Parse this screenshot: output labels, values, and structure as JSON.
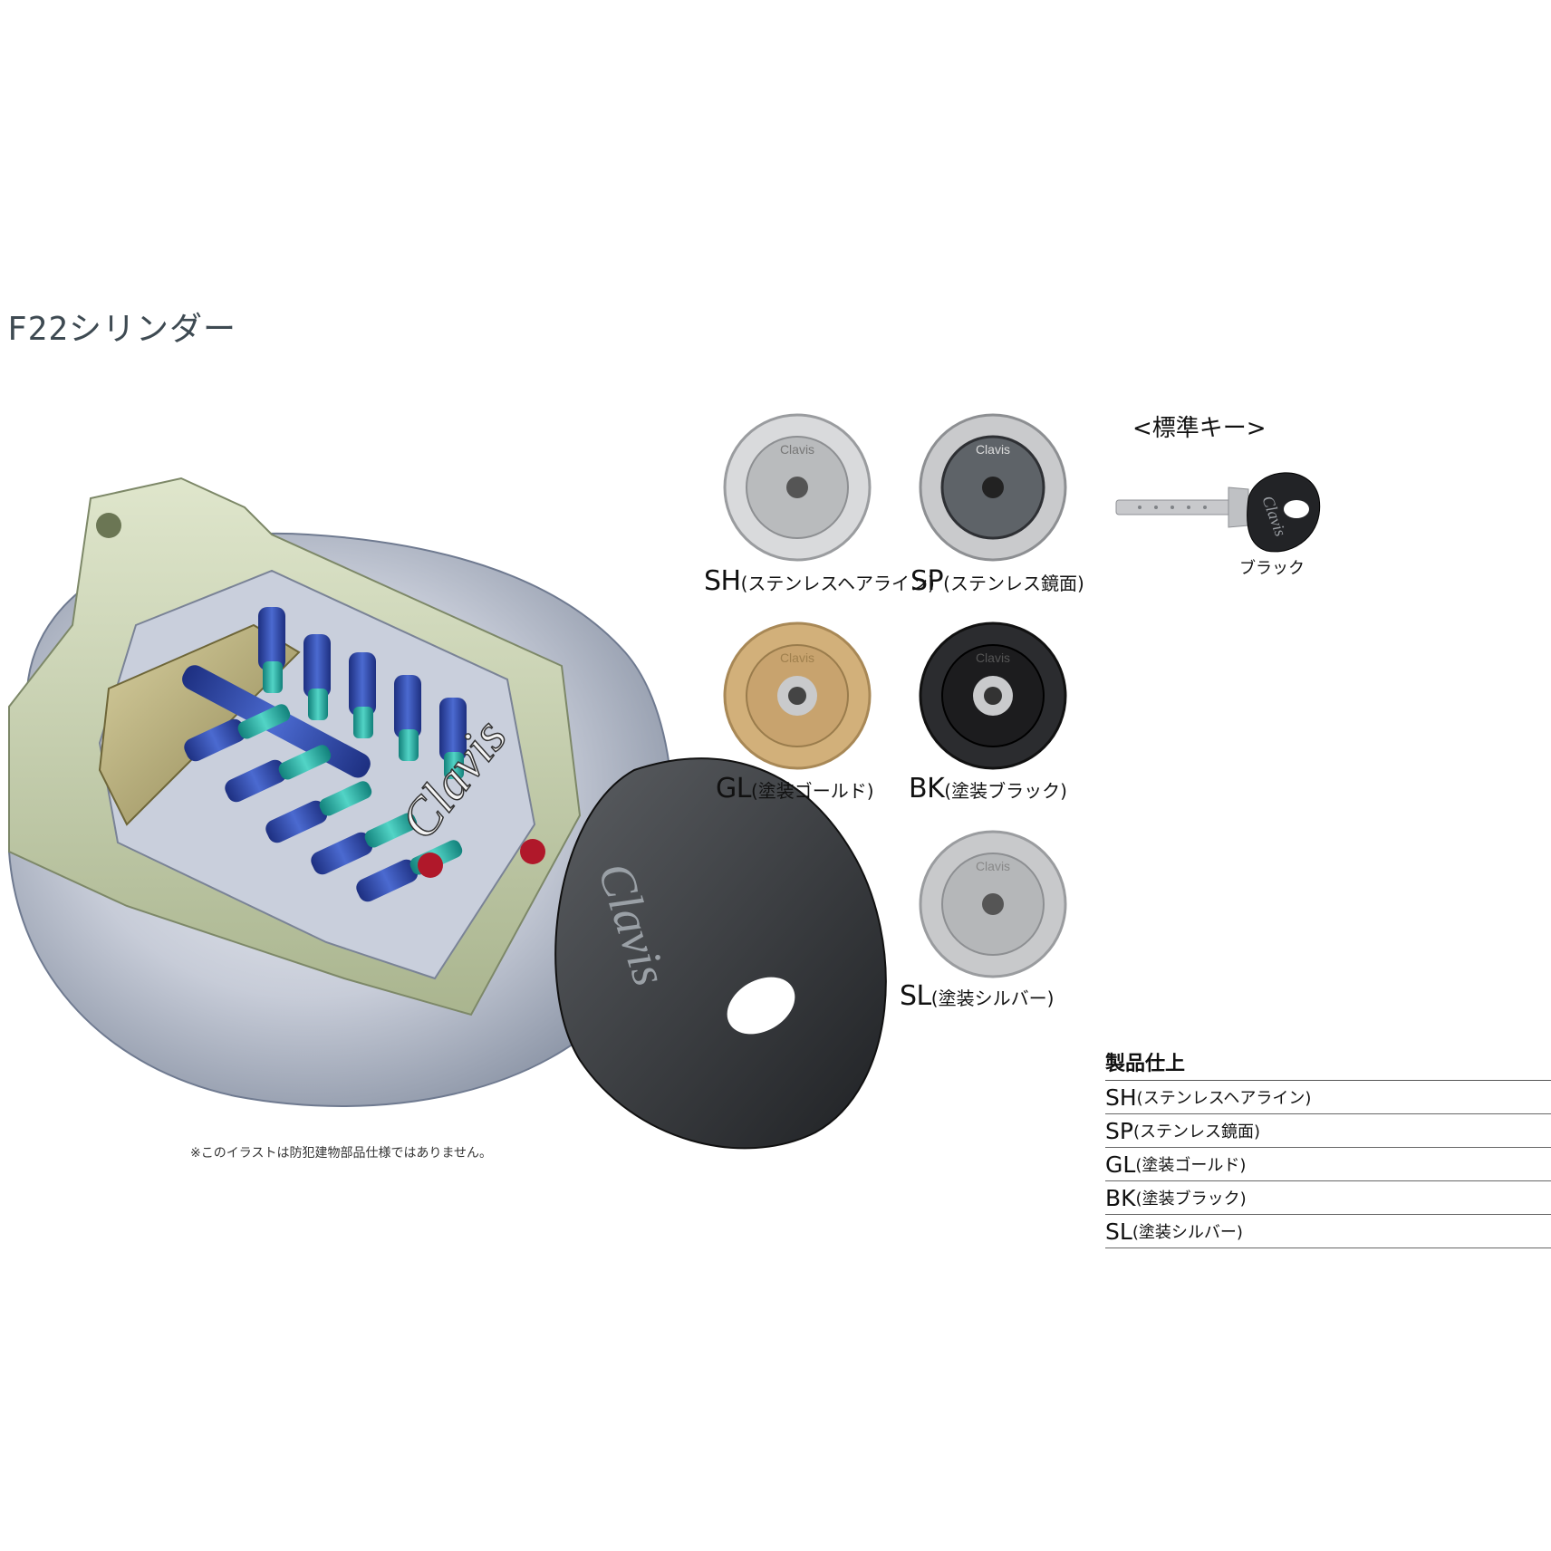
{
  "title": "F22シリンダー",
  "note": "※このイラストは防犯建物部品仕様ではありません。",
  "brand": "Clavis",
  "finishes": [
    {
      "code": "SH",
      "desc": "(ステンレスヘアライン)",
      "color": "#b9bbbd"
    },
    {
      "code": "SP",
      "desc": "(ステンレス鏡面)",
      "color": "#8d9093"
    },
    {
      "code": "GL",
      "desc": "(塗装ゴールド)",
      "color": "#c8a36e"
    },
    {
      "code": "BK",
      "desc": "(塗装ブラック)",
      "color": "#1c1c1e"
    },
    {
      "code": "SL",
      "desc": "(塗装シルバー)",
      "color": "#b5b7b9"
    }
  ],
  "standard_key": {
    "title": "<標準キー>",
    "color_label": "ブラック"
  },
  "spec": {
    "heading": "製品仕上",
    "rows": [
      {
        "code": "SH",
        "desc": "(ステンレスヘアライン)"
      },
      {
        "code": "SP",
        "desc": "(ステンレス鏡面)"
      },
      {
        "code": "GL",
        "desc": "(塗装ゴールド)"
      },
      {
        "code": "BK",
        "desc": "(塗装ブラック)"
      },
      {
        "code": "SL",
        "desc": "(塗装シルバー)"
      }
    ]
  }
}
